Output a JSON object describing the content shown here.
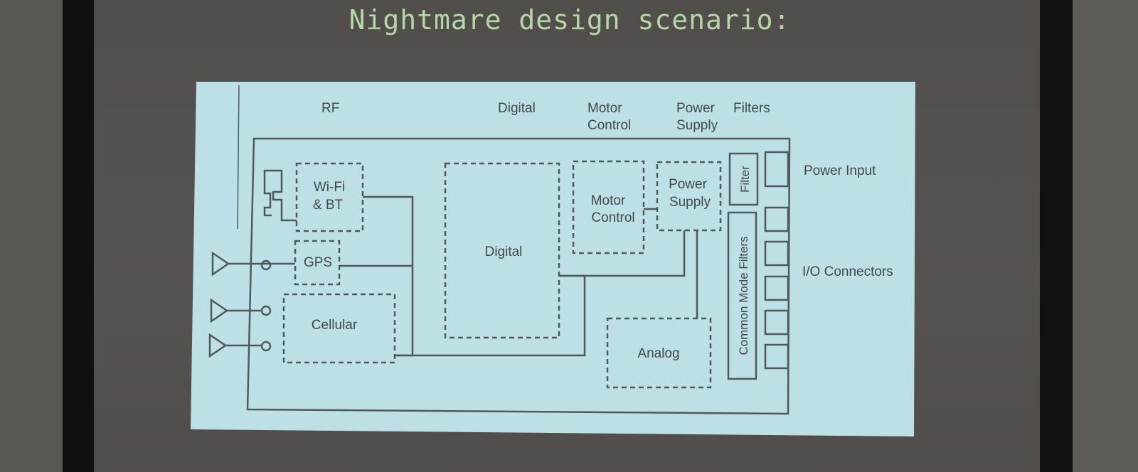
{
  "slide": {
    "title": "Nightmare design scenario:"
  },
  "diagram": {
    "column_headers": {
      "rf": "RF",
      "digital": "Digital",
      "motor_line1": "Motor",
      "motor_line2": "Control",
      "power_line1": "Power",
      "power_line2": "Supply",
      "filters": "Filters"
    },
    "blocks": {
      "wifi_line1": "Wi-Fi",
      "wifi_line2": "& BT",
      "gps": "GPS",
      "cellular": "Cellular",
      "digital": "Digital",
      "motor_line1": "Motor",
      "motor_line2": "Control",
      "power_line1": "Power",
      "power_line2": "Supply",
      "analog": "Analog",
      "filter": "Filter",
      "common_mode_filters": "Common Mode Filters"
    },
    "side_labels": {
      "power_input": "Power Input",
      "io_connectors": "I/O Connectors"
    },
    "colors": {
      "panel": "#bde0e6",
      "line": "#4d5a60",
      "text": "#3e4a50",
      "title": "#b5d7a6"
    }
  }
}
